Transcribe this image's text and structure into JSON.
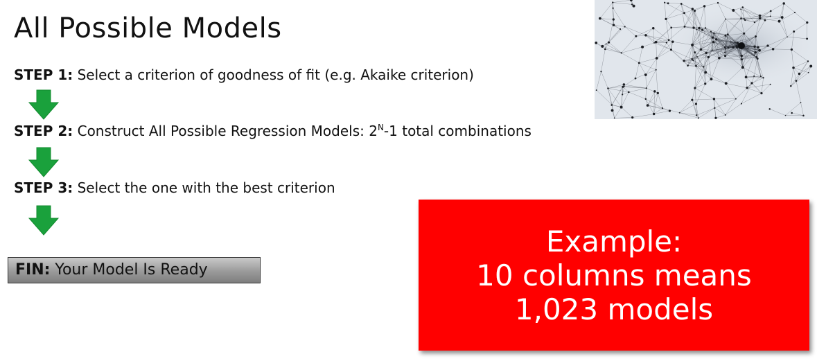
{
  "title": "All Possible Models",
  "steps": [
    {
      "label": "STEP 1:",
      "text": " Select a criterion of goodness of fit (e.g. Akaike criterion)"
    },
    {
      "label": "STEP 2:",
      "text_before": " Construct All Possible Regression Models: 2",
      "superscript": "N",
      "text_after": "-1 total combinations"
    },
    {
      "label": "STEP 3:",
      "text": " Select the one with the best criterion"
    }
  ],
  "fin": {
    "label": "FIN:",
    "text": " Your Model Is Ready"
  },
  "example": {
    "lines": [
      "Example:",
      "10 columns means",
      "1,023 models"
    ]
  },
  "colors": {
    "arrow_green": "#1aa13c",
    "example_bg": "#ff0000",
    "fin_bg": "#9a9a9a"
  },
  "icons": {
    "arrow": "down-arrow-icon",
    "network_image": "network-graph-image"
  }
}
